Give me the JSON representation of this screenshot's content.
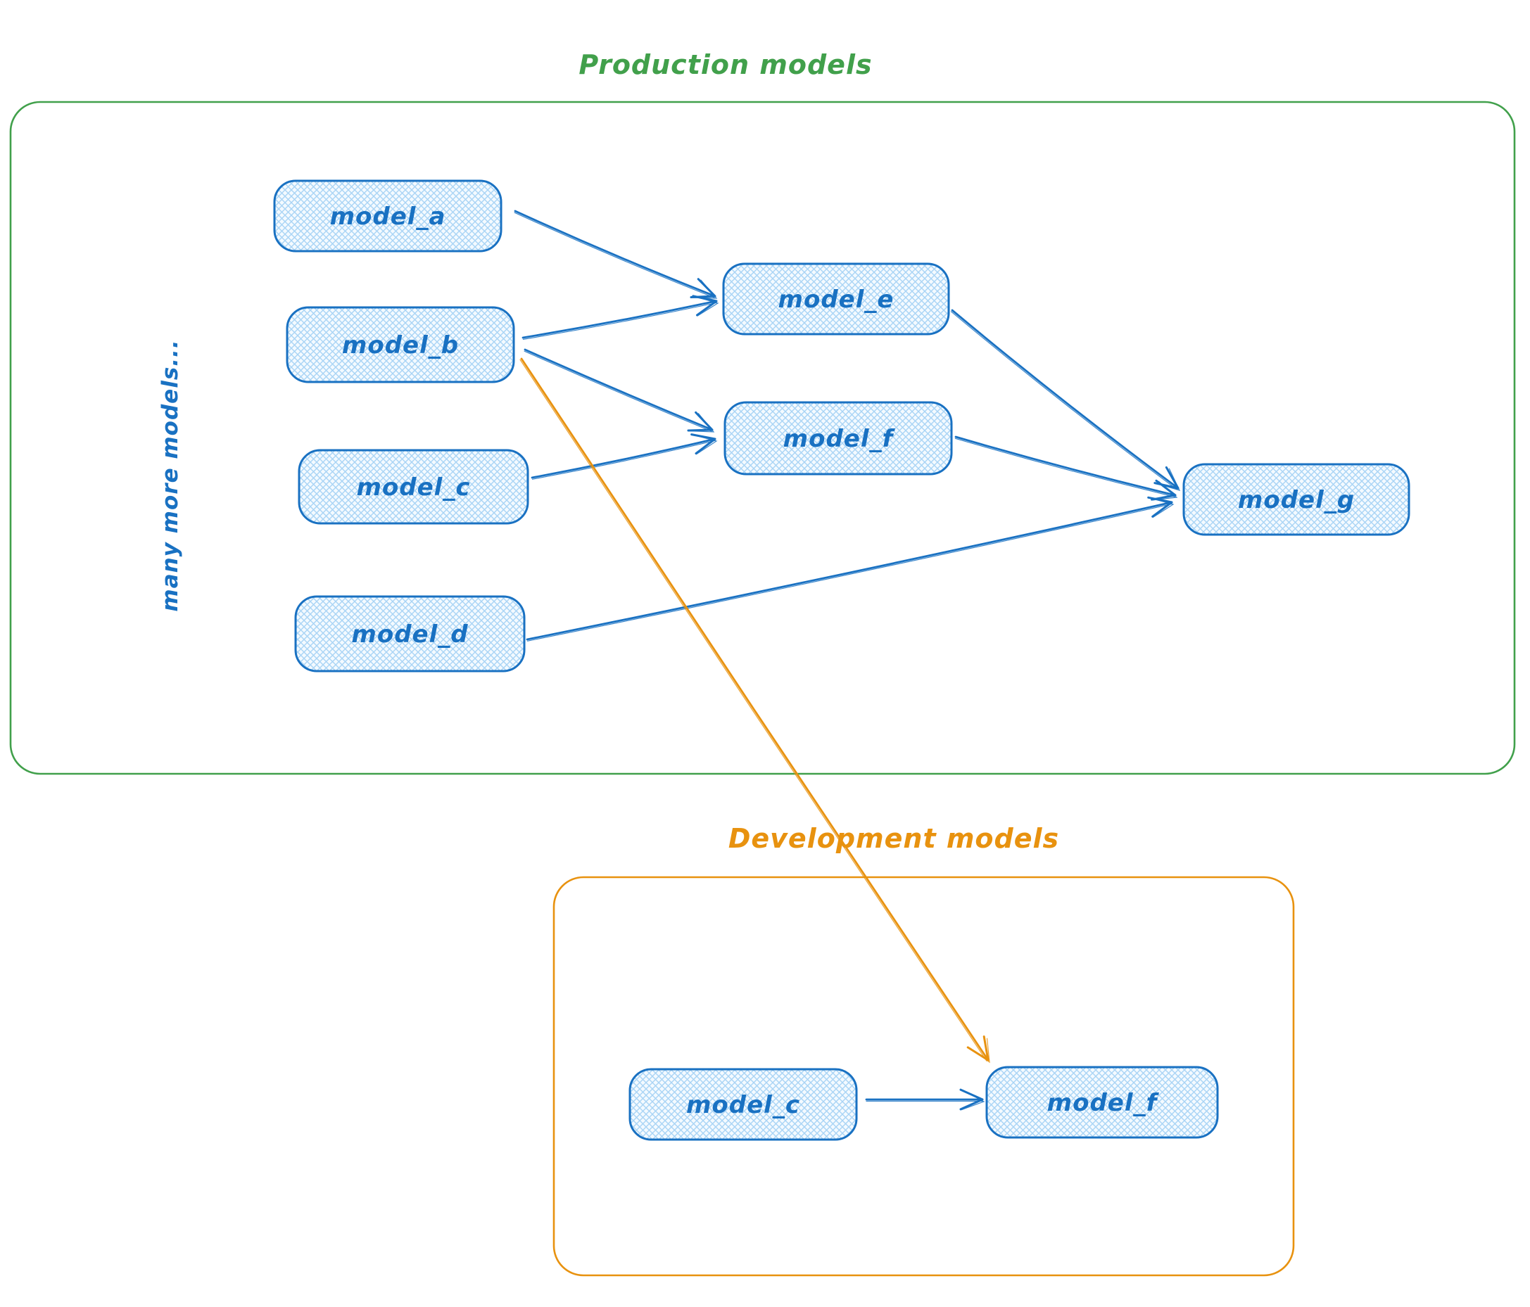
{
  "diagram": {
    "production": {
      "title": "Production models",
      "side_note": "many more models...",
      "nodes": [
        {
          "id": "model_a",
          "label": "model_a"
        },
        {
          "id": "model_b",
          "label": "model_b"
        },
        {
          "id": "model_c",
          "label": "model_c"
        },
        {
          "id": "model_d",
          "label": "model_d"
        },
        {
          "id": "model_e",
          "label": "model_e"
        },
        {
          "id": "model_f",
          "label": "model_f"
        },
        {
          "id": "model_g",
          "label": "model_g"
        }
      ]
    },
    "development": {
      "title": "Development models",
      "nodes": [
        {
          "id": "dev_model_c",
          "label": "model_c"
        },
        {
          "id": "dev_model_f",
          "label": "model_f"
        }
      ]
    },
    "edges": [
      {
        "from": "model_a",
        "to": "model_e",
        "color": "blue"
      },
      {
        "from": "model_b",
        "to": "model_e",
        "color": "blue"
      },
      {
        "from": "model_b",
        "to": "model_f",
        "color": "blue"
      },
      {
        "from": "model_c",
        "to": "model_f",
        "color": "blue"
      },
      {
        "from": "model_e",
        "to": "model_g",
        "color": "blue"
      },
      {
        "from": "model_f",
        "to": "model_g",
        "color": "blue"
      },
      {
        "from": "model_d",
        "to": "model_g",
        "color": "blue"
      },
      {
        "from": "model_b",
        "to": "dev_model_f",
        "color": "orange"
      },
      {
        "from": "dev_model_c",
        "to": "dev_model_f",
        "color": "blue"
      }
    ],
    "colors": {
      "blue": "#1971c2",
      "hatch": "#a9d4f5",
      "hatch_bg": "#f4faff",
      "green": "#41a04b",
      "orange": "#e8920f"
    }
  }
}
